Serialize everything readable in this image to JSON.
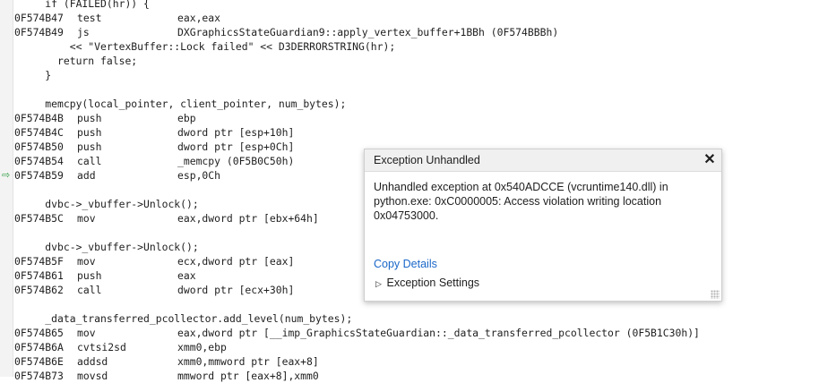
{
  "disassembly": {
    "lines": [
      {
        "addr": "",
        "mnemonic": "",
        "operand": "",
        "source": "     if (FAILED(hr)) {"
      },
      {
        "addr": "0F574B47",
        "mnemonic": "test",
        "operand": "eax,eax",
        "source": ""
      },
      {
        "addr": "0F574B49",
        "mnemonic": "js",
        "operand": "DXGraphicsStateGuardian9::apply_vertex_buffer+1BBh (0F574BBBh)",
        "source": ""
      },
      {
        "addr": "",
        "mnemonic": "",
        "operand": "",
        "source": "         << \"VertexBuffer::Lock failed\" << D3DERRORSTRING(hr);"
      },
      {
        "addr": "",
        "mnemonic": "",
        "operand": "",
        "source": "       return false;"
      },
      {
        "addr": "",
        "mnemonic": "",
        "operand": "",
        "source": "     }"
      },
      {
        "addr": "",
        "mnemonic": "",
        "operand": "",
        "source": ""
      },
      {
        "addr": "",
        "mnemonic": "",
        "operand": "",
        "source": "     memcpy(local_pointer, client_pointer, num_bytes);"
      },
      {
        "addr": "0F574B4B",
        "mnemonic": "push",
        "operand": "ebp",
        "source": ""
      },
      {
        "addr": "0F574B4C",
        "mnemonic": "push",
        "operand": "dword ptr [esp+10h]",
        "source": ""
      },
      {
        "addr": "0F574B50",
        "mnemonic": "push",
        "operand": "dword ptr [esp+0Ch]",
        "source": ""
      },
      {
        "addr": "0F574B54",
        "mnemonic": "call",
        "operand": "_memcpy (0F5B0C50h)",
        "source": ""
      },
      {
        "addr": "0F574B59",
        "mnemonic": "add",
        "operand": "esp,0Ch",
        "source": ""
      },
      {
        "addr": "",
        "mnemonic": "",
        "operand": "",
        "source": ""
      },
      {
        "addr": "",
        "mnemonic": "",
        "operand": "",
        "source": "     dvbc->_vbuffer->Unlock();"
      },
      {
        "addr": "0F574B5C",
        "mnemonic": "mov",
        "operand": "eax,dword ptr [ebx+64h]",
        "source": ""
      },
      {
        "addr": "",
        "mnemonic": "",
        "operand": "",
        "source": ""
      },
      {
        "addr": "",
        "mnemonic": "",
        "operand": "",
        "source": "     dvbc->_vbuffer->Unlock();"
      },
      {
        "addr": "0F574B5F",
        "mnemonic": "mov",
        "operand": "ecx,dword ptr [eax]",
        "source": ""
      },
      {
        "addr": "0F574B61",
        "mnemonic": "push",
        "operand": "eax",
        "source": ""
      },
      {
        "addr": "0F574B62",
        "mnemonic": "call",
        "operand": "dword ptr [ecx+30h]",
        "source": ""
      },
      {
        "addr": "",
        "mnemonic": "",
        "operand": "",
        "source": ""
      },
      {
        "addr": "",
        "mnemonic": "",
        "operand": "",
        "source": "     _data_transferred_pcollector.add_level(num_bytes);"
      },
      {
        "addr": "0F574B65",
        "mnemonic": "mov",
        "operand": "eax,dword ptr [__imp_GraphicsStateGuardian::_data_transferred_pcollector (0F5B1C30h)]",
        "source": ""
      },
      {
        "addr": "0F574B6A",
        "mnemonic": "cvtsi2sd",
        "operand": "xmm0,ebp",
        "source": ""
      },
      {
        "addr": "0F574B6E",
        "mnemonic": "addsd",
        "operand": "xmm0,mmword ptr [eax+8]",
        "source": ""
      },
      {
        "addr": "0F574B73",
        "mnemonic": "movsd",
        "operand": "mmword ptr [eax+8],xmm0",
        "source": ""
      }
    ]
  },
  "popup": {
    "title": "Exception Unhandled",
    "message": "Unhandled exception at 0x540ADCCE (vcruntime140.dll) in python.exe: 0xC0000005: Access violation writing location 0x04753000.",
    "copy_details": "Copy Details",
    "exception_settings": "Exception Settings",
    "close_glyph": "✕",
    "expand_glyph": "▷"
  },
  "current_line_icon": "current-statement-arrow-icon",
  "colors": {
    "link": "#1a67c8",
    "arrow": "#2f9e44"
  }
}
